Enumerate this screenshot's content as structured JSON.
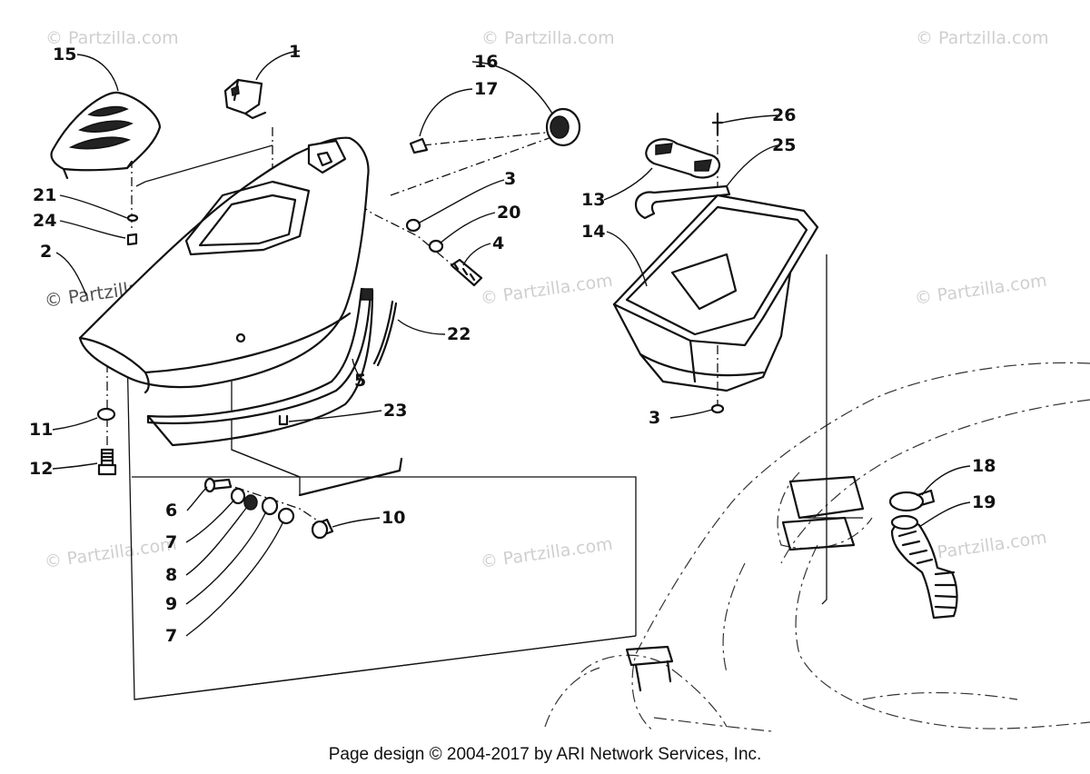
{
  "watermark": {
    "text": "© Partzilla.com"
  },
  "callouts": [
    {
      "id": "c1",
      "label": "1"
    },
    {
      "id": "c2",
      "label": "2"
    },
    {
      "id": "c3a",
      "label": "3"
    },
    {
      "id": "c3b",
      "label": "3"
    },
    {
      "id": "c4",
      "label": "4"
    },
    {
      "id": "c5",
      "label": "5"
    },
    {
      "id": "c6",
      "label": "6"
    },
    {
      "id": "c7a",
      "label": "7"
    },
    {
      "id": "c7b",
      "label": "7"
    },
    {
      "id": "c8",
      "label": "8"
    },
    {
      "id": "c9",
      "label": "9"
    },
    {
      "id": "c10",
      "label": "10"
    },
    {
      "id": "c11",
      "label": "11"
    },
    {
      "id": "c12",
      "label": "12"
    },
    {
      "id": "c13",
      "label": "13"
    },
    {
      "id": "c14",
      "label": "14"
    },
    {
      "id": "c15",
      "label": "15"
    },
    {
      "id": "c16",
      "label": "16"
    },
    {
      "id": "c17",
      "label": "17"
    },
    {
      "id": "c18",
      "label": "18"
    },
    {
      "id": "c19",
      "label": "19"
    },
    {
      "id": "c20",
      "label": "20"
    },
    {
      "id": "c21",
      "label": "21"
    },
    {
      "id": "c22",
      "label": "22"
    },
    {
      "id": "c23",
      "label": "23"
    },
    {
      "id": "c24",
      "label": "24"
    },
    {
      "id": "c25",
      "label": "25"
    },
    {
      "id": "c26",
      "label": "26"
    }
  ],
  "footer": {
    "text": "Page design © 2004-2017 by ARI Network Services, Inc."
  }
}
